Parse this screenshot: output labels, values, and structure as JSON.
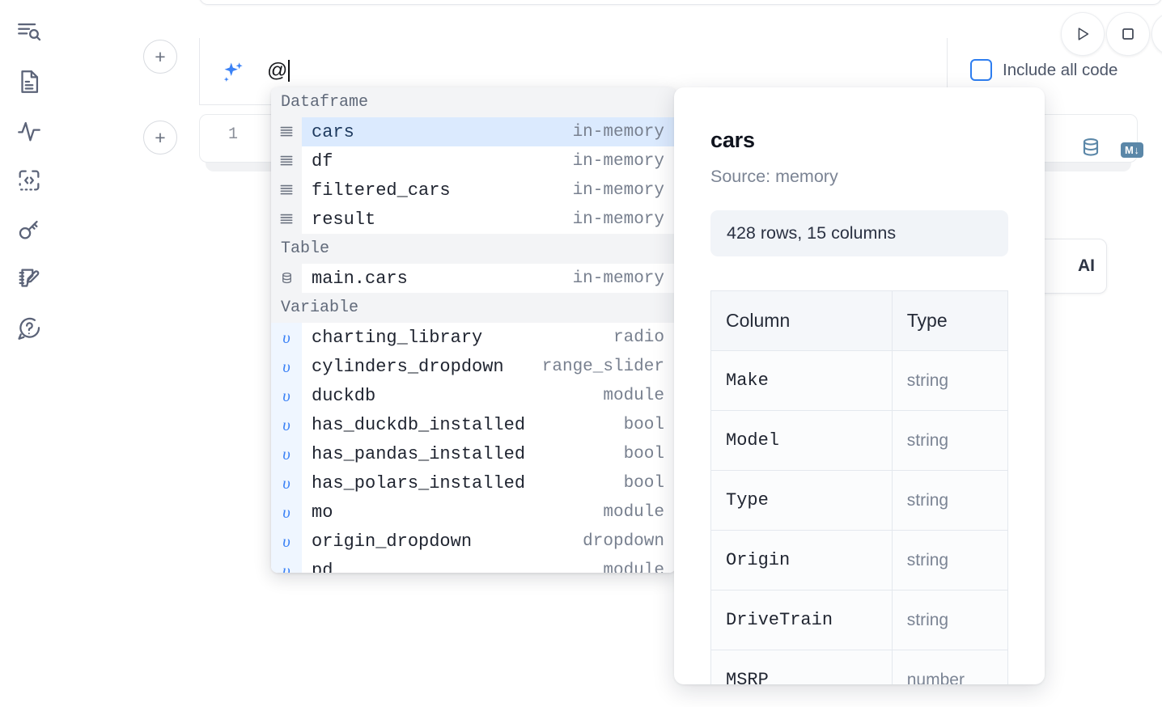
{
  "rail": {
    "items": [
      {
        "name": "explore-search-icon",
        "label": "Explore"
      },
      {
        "name": "document-icon",
        "label": "Notebook"
      },
      {
        "name": "activity-pulse-icon",
        "label": "Runtime"
      },
      {
        "name": "code-snippet-icon",
        "label": "Snippets"
      },
      {
        "name": "key-icon",
        "label": "Secrets"
      },
      {
        "name": "scratchpad-edit-icon",
        "label": "Scratchpad"
      },
      {
        "name": "help-chat-icon",
        "label": "Help"
      }
    ]
  },
  "toolbar": {
    "run_label": "Run",
    "stop_label": "Interrupt",
    "include_all_code_label": "Include all code",
    "include_all_code_checked": false
  },
  "prompt": {
    "value": "@",
    "icon": "sparkle-icon"
  },
  "cell": {
    "line_number": "1",
    "database_icon": "database-icon",
    "markdown_icon": "markdown-down-icon"
  },
  "ai_cta": {
    "label": "AI"
  },
  "autocomplete": {
    "groups": [
      {
        "header": "Dataframe",
        "icon": "dataframe-icon",
        "gutter_kind": "plain",
        "items": [
          {
            "name": "cars",
            "meta": "in-memory",
            "selected": true
          },
          {
            "name": "df",
            "meta": "in-memory",
            "selected": false
          },
          {
            "name": "filtered_cars",
            "meta": "in-memory",
            "selected": false
          },
          {
            "name": "result",
            "meta": "in-memory",
            "selected": false
          }
        ]
      },
      {
        "header": "Table",
        "icon": "database-icon",
        "gutter_kind": "plain",
        "items": [
          {
            "name": "main.cars",
            "meta": "in-memory",
            "selected": false
          }
        ]
      },
      {
        "header": "Variable",
        "icon": "variable-icon",
        "gutter_kind": "var",
        "gutter_glyph": "υ",
        "items": [
          {
            "name": "charting_library",
            "meta": "radio",
            "selected": false
          },
          {
            "name": "cylinders_dropdown",
            "meta": "range_slider",
            "selected": false
          },
          {
            "name": "duckdb",
            "meta": "module",
            "selected": false
          },
          {
            "name": "has_duckdb_installed",
            "meta": "bool",
            "selected": false
          },
          {
            "name": "has_pandas_installed",
            "meta": "bool",
            "selected": false
          },
          {
            "name": "has_polars_installed",
            "meta": "bool",
            "selected": false
          },
          {
            "name": "mo",
            "meta": "module",
            "selected": false
          },
          {
            "name": "origin_dropdown",
            "meta": "dropdown",
            "selected": false
          },
          {
            "name": "pd",
            "meta": "module",
            "selected": false
          }
        ]
      }
    ]
  },
  "info_panel": {
    "title": "cars",
    "source": "Source: memory",
    "shape": "428 rows, 15 columns",
    "columns_header": "Column",
    "type_header": "Type",
    "rows": [
      {
        "column": "Make",
        "type": "string"
      },
      {
        "column": "Model",
        "type": "string"
      },
      {
        "column": "Type",
        "type": "string"
      },
      {
        "column": "Origin",
        "type": "string"
      },
      {
        "column": "DriveTrain",
        "type": "string"
      },
      {
        "column": "MSRP",
        "type": "number"
      }
    ]
  },
  "colors": {
    "accent": "#3b82f6",
    "selected_row_bg": "#dbeafe",
    "section_bg": "#f3f4f6",
    "muted_text": "#78808f"
  }
}
